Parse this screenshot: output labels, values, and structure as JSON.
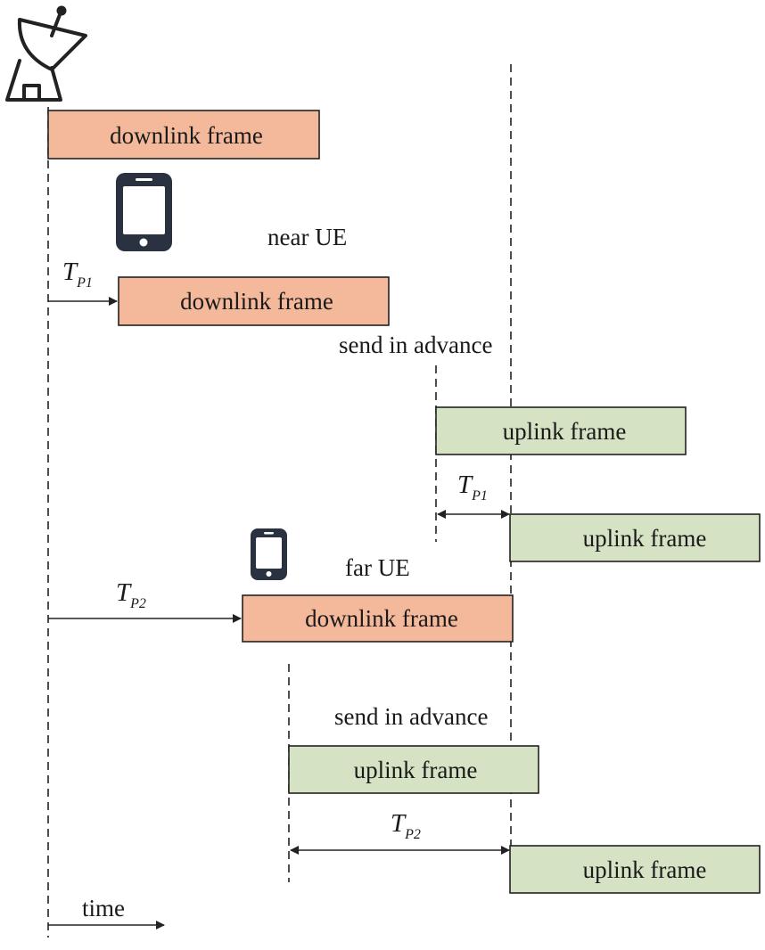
{
  "colors": {
    "downlink": "#f4b89a",
    "uplink": "#d5e2c3",
    "stroke": "#222222"
  },
  "icons": {
    "base_station": "satellite-dish-icon",
    "near_ue": "smartphone-icon",
    "far_ue": "smartphone-icon"
  },
  "frames": {
    "downlink_bs": "downlink frame",
    "downlink_near": "downlink frame",
    "uplink_near_advance": "uplink frame",
    "uplink_near_arrive": "uplink frame",
    "downlink_far": "downlink frame",
    "uplink_far_advance": "uplink frame",
    "uplink_far_arrive": "uplink frame"
  },
  "labels": {
    "near_ue": "near UE",
    "far_ue": "far UE",
    "send_in_advance_1": "send in advance",
    "send_in_advance_2": "send in advance",
    "time": "time"
  },
  "delays": {
    "tp1_a": {
      "main": "T",
      "sub": "P1"
    },
    "tp1_b": {
      "main": "T",
      "sub": "P1"
    },
    "tp2_a": {
      "main": "T",
      "sub": "P2"
    },
    "tp2_b": {
      "main": "T",
      "sub": "P2"
    }
  }
}
